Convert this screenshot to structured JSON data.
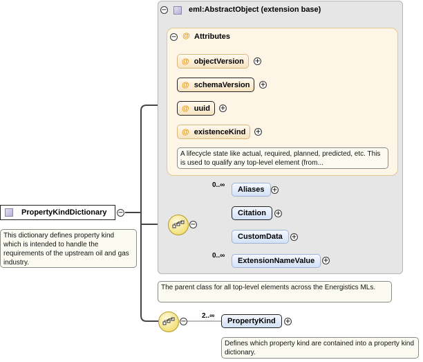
{
  "root": {
    "name": "PropertyKindDictionary",
    "doc": "This dictionary defines property kind which is intended to handle the requirements of the upstream oil and gas industry."
  },
  "extension_base": {
    "label": "eml:AbstractObject (extension base)",
    "doc": "The parent class for all top-level elements across the Energistics MLs."
  },
  "attributes": {
    "label": "Attributes",
    "at_symbol": "@",
    "items": [
      {
        "name": "objectVersion",
        "required": false
      },
      {
        "name": "schemaVersion",
        "required": true
      },
      {
        "name": "uuid",
        "required": true
      },
      {
        "name": "existenceKind",
        "required": false
      }
    ],
    "existence_kind_doc": "A lifecycle state like actual, required, planned, predicted, etc. This is used to qualify any top-level element (from..."
  },
  "base_elements": [
    {
      "name": "Aliases",
      "cardinality": "0..∞",
      "required": false
    },
    {
      "name": "Citation",
      "cardinality": "",
      "required": true
    },
    {
      "name": "CustomData",
      "cardinality": "",
      "required": false
    },
    {
      "name": "ExtensionNameValue",
      "cardinality": "0..∞",
      "required": false
    }
  ],
  "property_kind": {
    "name": "PropertyKind",
    "cardinality": "2..∞",
    "doc": "Defines which property kind are contained into a property kind dictionary."
  },
  "symbols": {
    "collapse": "−",
    "expand": "+"
  },
  "icons": {
    "element": "element-square-icon",
    "sequence": "sequence-compositor-icon",
    "collapse": "minus-circle-icon",
    "expand": "plus-circle-icon"
  },
  "colors": {
    "attribute_at": "#e39a1a",
    "element_fill": "#d3e1f6",
    "attribute_fill": "#f6e3bf",
    "sequence_fill": "#f2e07c",
    "base_panel": "#e6e6e6"
  }
}
